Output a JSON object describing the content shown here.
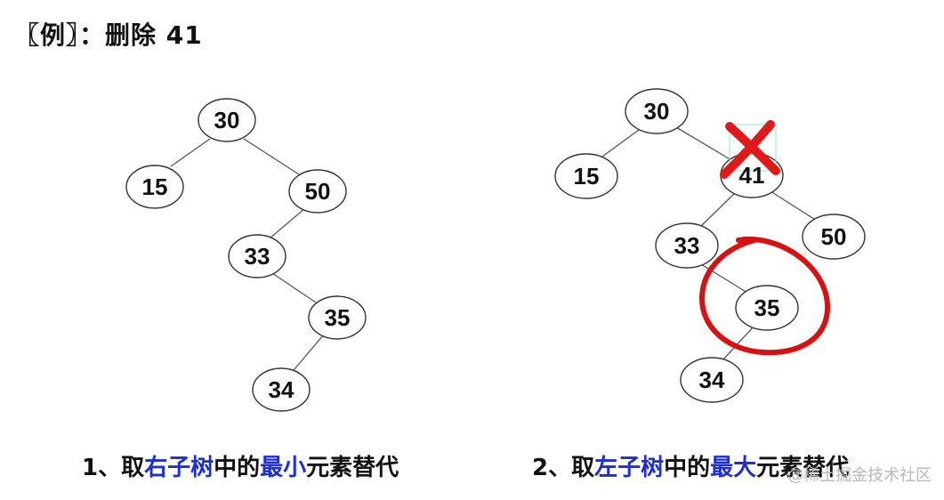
{
  "title": "〖例〗：删除 41",
  "trees": {
    "left": {
      "nodes": {
        "n30": "30",
        "n15": "15",
        "n50": "50",
        "n33": "33",
        "n35": "35",
        "n34": "34"
      }
    },
    "right": {
      "nodes": {
        "n30": "30",
        "n15": "15",
        "n41": "41",
        "n33": "33",
        "n50": "50",
        "n35": "35",
        "n34": "34"
      },
      "deleted_node": "41",
      "highlighted_node": "35"
    }
  },
  "captions": {
    "left": {
      "prefix": "1、取",
      "highlight1": "右子树",
      "middle": "中的",
      "highlight2": "最小",
      "suffix": "元素替代"
    },
    "right": {
      "prefix": "2、取",
      "highlight1": "左子树",
      "middle": "中的",
      "highlight2": "最大",
      "suffix": "元素替代"
    }
  },
  "colors": {
    "highlight_text": "#1b2ed8",
    "cross_mark": "#e01818",
    "circle_mark": "#d81010"
  },
  "watermark": "@稀土掘金技术社区"
}
